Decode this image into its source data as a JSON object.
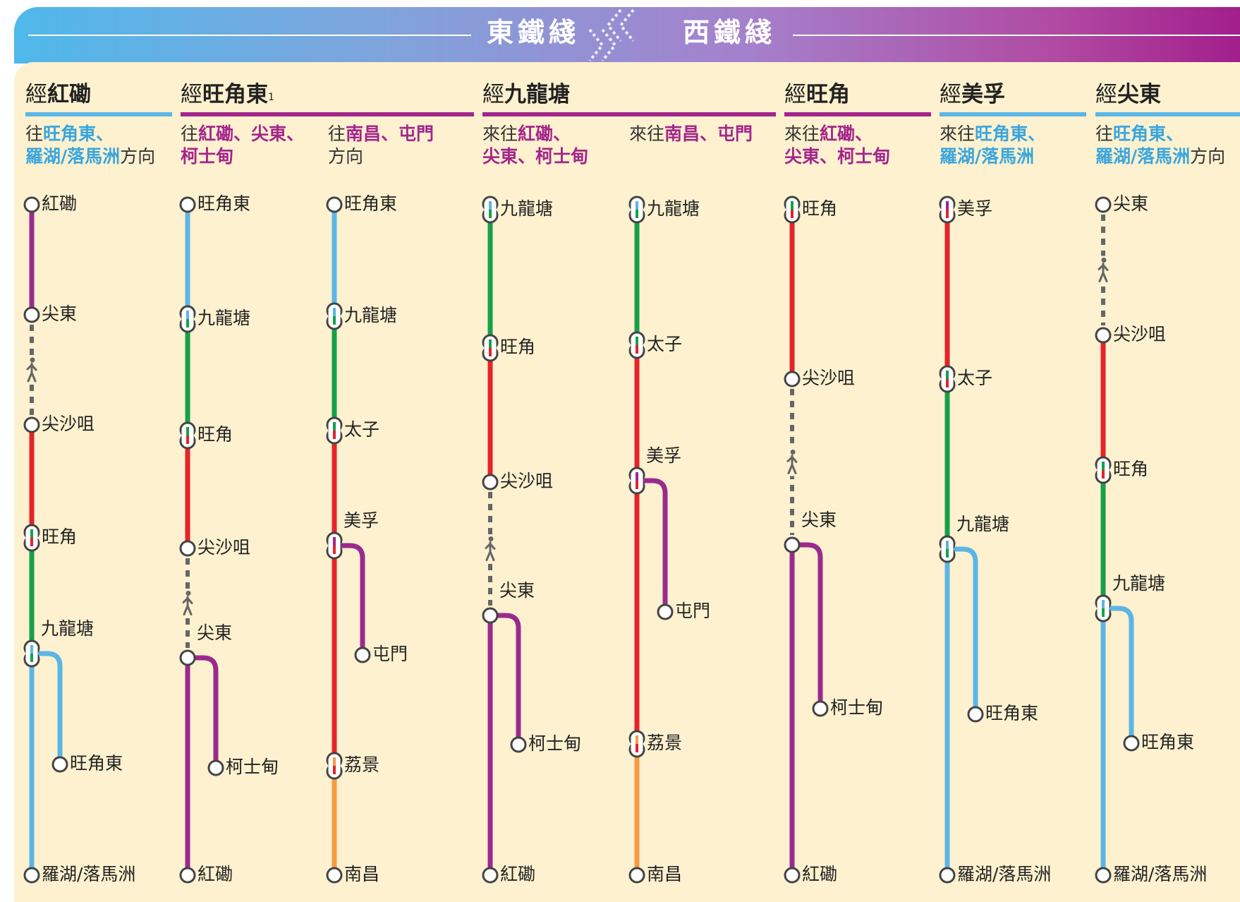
{
  "header": {
    "left_title": "東鐵綫",
    "right_title": "西鐵綫"
  },
  "colors": {
    "tuen_ma_purple": "#9b2a8f",
    "east_rail_blue": "#5bb6e6",
    "kwun_tong_green": "#16a04a",
    "tsuen_wan_red": "#e5232a",
    "tung_chung_orange": "#f39c41",
    "walk_grey": "#666666",
    "highlight_blue": "#3aa6de",
    "highlight_purple": "#a3268c"
  },
  "groups": [
    {
      "via_prefix": "經",
      "via_station": "紅磡",
      "superscript": "",
      "rule_color": "#5bb6e6"
    },
    {
      "via_prefix": "經",
      "via_station": "旺角東",
      "superscript": "1",
      "rule_color": "#a3268c"
    },
    {
      "via_prefix": "經",
      "via_station": "九龍塘",
      "superscript": "",
      "rule_color": "#a3268c"
    },
    {
      "via_prefix": "經",
      "via_station": "旺角",
      "superscript": "",
      "rule_color": "#a3268c"
    },
    {
      "via_prefix": "經",
      "via_station": "美孚",
      "superscript": "",
      "rule_color": "#5bb6e6"
    },
    {
      "via_prefix": "經",
      "via_station": "尖東",
      "superscript": "",
      "rule_color": "#5bb6e6"
    }
  ],
  "directions": [
    {
      "line1_pre": "往",
      "line1_hl": "旺角東、",
      "line1_post": "",
      "line2_hl": "羅湖/落馬洲",
      "line2_post": "方向",
      "color": "#3aa6de"
    },
    {
      "line1_pre": "往",
      "line1_hl": "紅磡、尖東、",
      "line1_post": "",
      "line2_hl": "柯士甸",
      "line2_post": "",
      "color": "#a3268c"
    },
    {
      "line1_pre": "往",
      "line1_hl": "南昌、屯門",
      "line1_post": "",
      "line2_hl": "",
      "line2_post": "方向",
      "color": "#a3268c"
    },
    {
      "line1_pre": "來往",
      "line1_hl": "紅磡、",
      "line1_post": "",
      "line2_hl": "尖東、柯士甸",
      "line2_post": "",
      "color": "#a3268c"
    },
    {
      "line1_pre": "來往",
      "line1_hl": "南昌、屯門",
      "line1_post": "",
      "line2_hl": "",
      "line2_post": "",
      "color": "#a3268c"
    },
    {
      "line1_pre": "來往",
      "line1_hl": "紅磡、",
      "line1_post": "",
      "line2_hl": "尖東、柯士甸",
      "line2_post": "",
      "color": "#a3268c"
    },
    {
      "line1_pre": "來往",
      "line1_hl": "旺角東、",
      "line1_post": "",
      "line2_hl": "羅湖/落馬洲",
      "line2_post": "",
      "color": "#3aa6de"
    },
    {
      "line1_pre": "往",
      "line1_hl": "旺角東、",
      "line1_post": "",
      "line2_hl": "羅湖/落馬洲",
      "line2_post": "方向",
      "color": "#3aa6de"
    }
  ],
  "routes": [
    {
      "stations": [
        "紅磡",
        "尖東",
        "尖沙咀",
        "旺角",
        "九龍塘",
        "旺角東",
        "羅湖/落馬洲"
      ]
    },
    {
      "stations": [
        "旺角東",
        "九龍塘",
        "旺角",
        "尖沙咀",
        "尖東",
        "柯士甸",
        "紅磡"
      ]
    },
    {
      "stations": [
        "旺角東",
        "九龍塘",
        "太子",
        "美孚",
        "屯門",
        "荔景",
        "南昌"
      ]
    },
    {
      "stations": [
        "九龍塘",
        "旺角",
        "尖沙咀",
        "尖東",
        "柯士甸",
        "紅磡"
      ]
    },
    {
      "stations": [
        "九龍塘",
        "太子",
        "美孚",
        "屯門",
        "荔景",
        "南昌"
      ]
    },
    {
      "stations": [
        "旺角",
        "尖沙咀",
        "尖東",
        "柯士甸",
        "紅磡"
      ]
    },
    {
      "stations": [
        "美孚",
        "太子",
        "九龍塘",
        "旺角東",
        "羅湖/落馬洲"
      ]
    },
    {
      "stations": [
        "尖東",
        "尖沙咀",
        "旺角",
        "九龍塘",
        "旺角東",
        "羅湖/落馬洲"
      ]
    }
  ]
}
